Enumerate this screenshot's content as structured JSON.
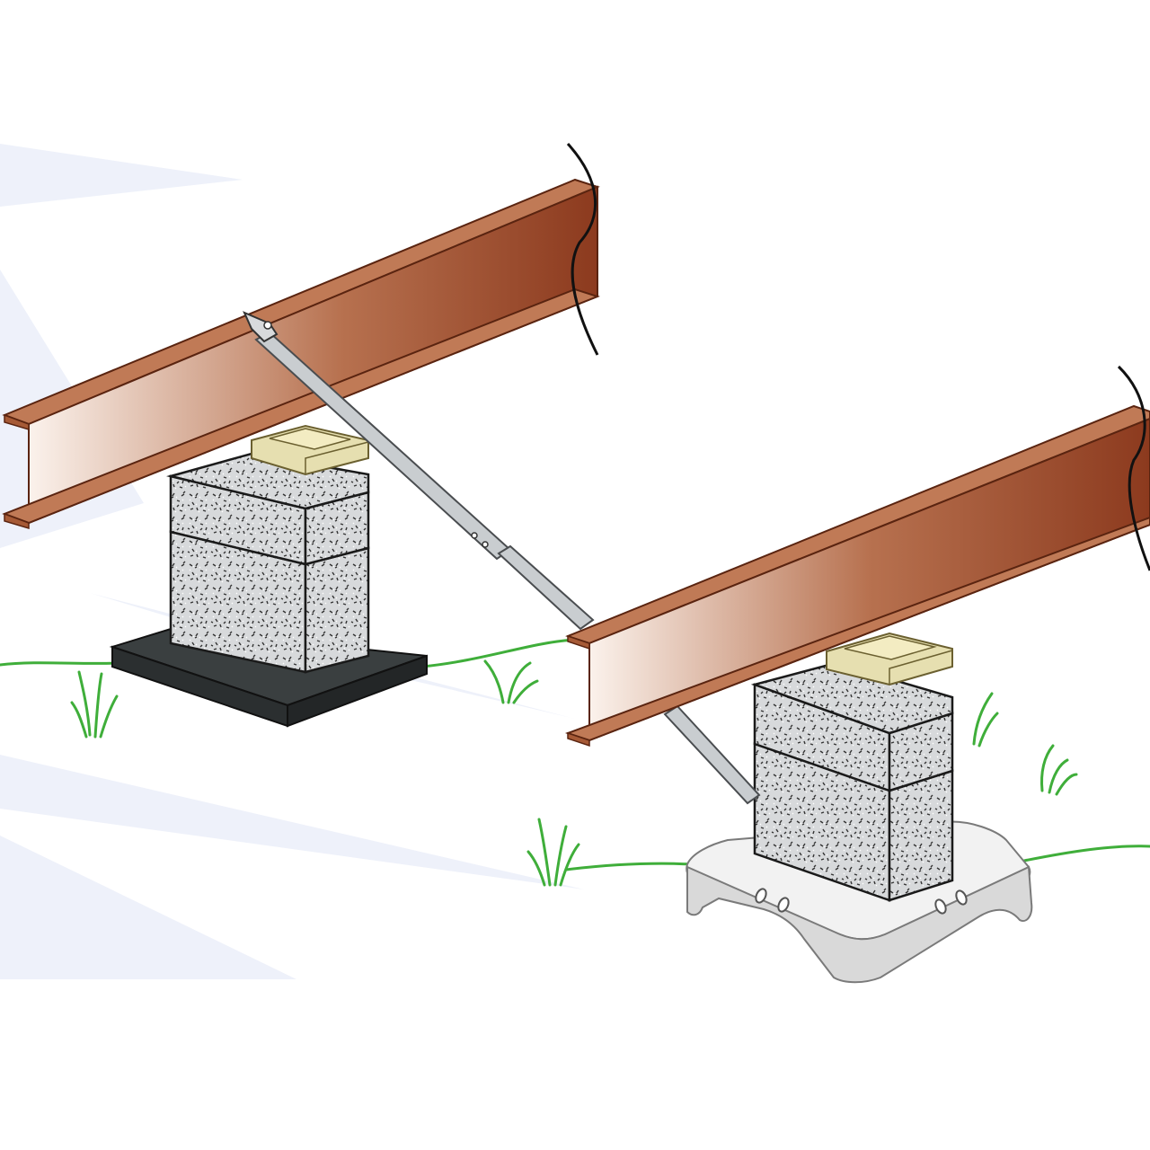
{
  "illustration": {
    "subject": "",
    "components": [
      "steel-i-beam-left",
      "steel-i-beam-right",
      "cmu-pier-left",
      "cmu-pier-right",
      "abs-pad",
      "concrete-footing",
      "wood-shims",
      "diagonal-strut",
      "grass-tufts"
    ]
  },
  "colors": {
    "beam_dark": "#8c3a1e",
    "beam_mid": "#b0633f",
    "beam_light": "#f7ece6",
    "beam_outline": "#5a2410",
    "block_fill": "#d7d9db",
    "block_speckle": "#3a3a3a",
    "block_outline": "#1a1a1a",
    "shim_wood": "#e6dfb0",
    "shim_outline": "#6b6030",
    "pad_black": "#2b2f30",
    "pad_black_top": "#3a3f40",
    "footing_top": "#f2f2f2",
    "footing_side": "#d9d9d9",
    "footing_outline": "#7a7a7a",
    "strut_fill": "#c9cdd0",
    "strut_outline": "#4a4d50",
    "grass": "#3fae3a",
    "ray": "#eef1fa"
  }
}
